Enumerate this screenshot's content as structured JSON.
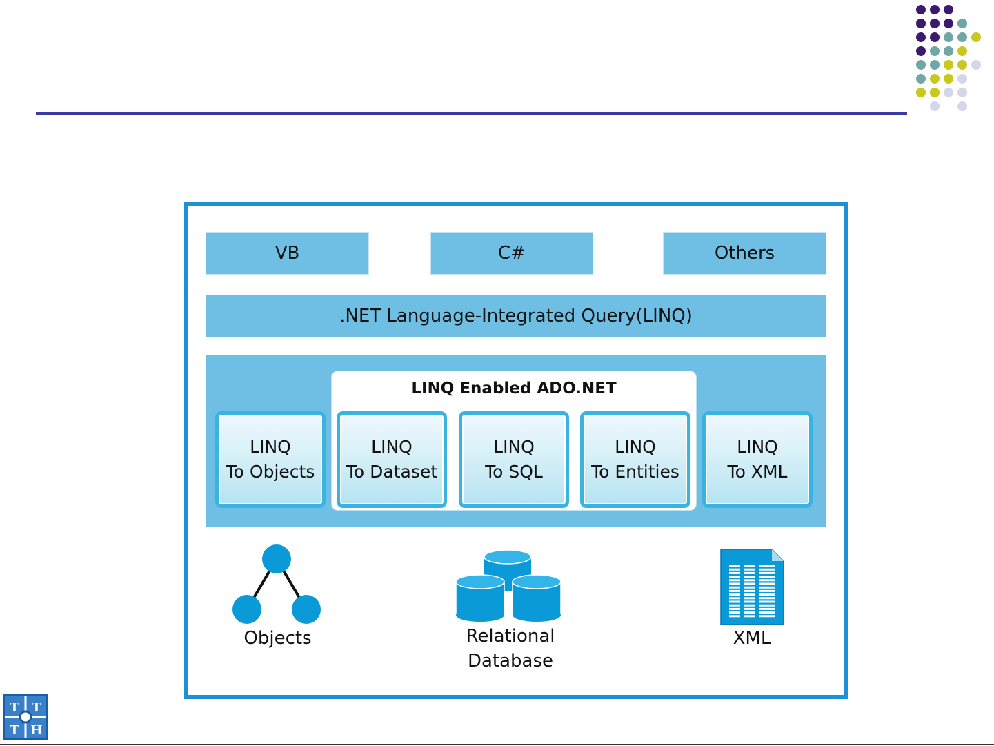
{
  "colors": {
    "accent_rule": "#3a3aa0",
    "frame_border": "#1e90d8",
    "box_fill": "#6fbfe4",
    "tile_border": "#39b3e0",
    "icon_blue": "#0b9ad8",
    "dot_purple": "#3c1870",
    "dot_teal": "#6fa6a6",
    "dot_yellow": "#c8c81e",
    "dot_lavender": "#d6d6ea"
  },
  "languages": [
    "VB",
    "C#",
    "Others"
  ],
  "linq_bar": ".NET Language-Integrated Query(LINQ)",
  "ado_group_label": "LINQ Enabled ADO.NET",
  "providers": [
    {
      "line1": "LINQ",
      "line2": "To Objects"
    },
    {
      "line1": "LINQ",
      "line2": "To Dataset"
    },
    {
      "line1": "LINQ",
      "line2": "To SQL"
    },
    {
      "line1": "LINQ",
      "line2": "To Entities"
    },
    {
      "line1": "LINQ",
      "line2": "To XML"
    }
  ],
  "sources": {
    "objects": "Objects",
    "database_line1": "Relational",
    "database_line2": "Database",
    "xml": "XML"
  },
  "icons": [
    "tree-graph-icon",
    "database-cylinders-icon",
    "xml-document-icon",
    "institution-logo"
  ],
  "logo_letters": [
    "T",
    "T",
    "T",
    "H"
  ]
}
